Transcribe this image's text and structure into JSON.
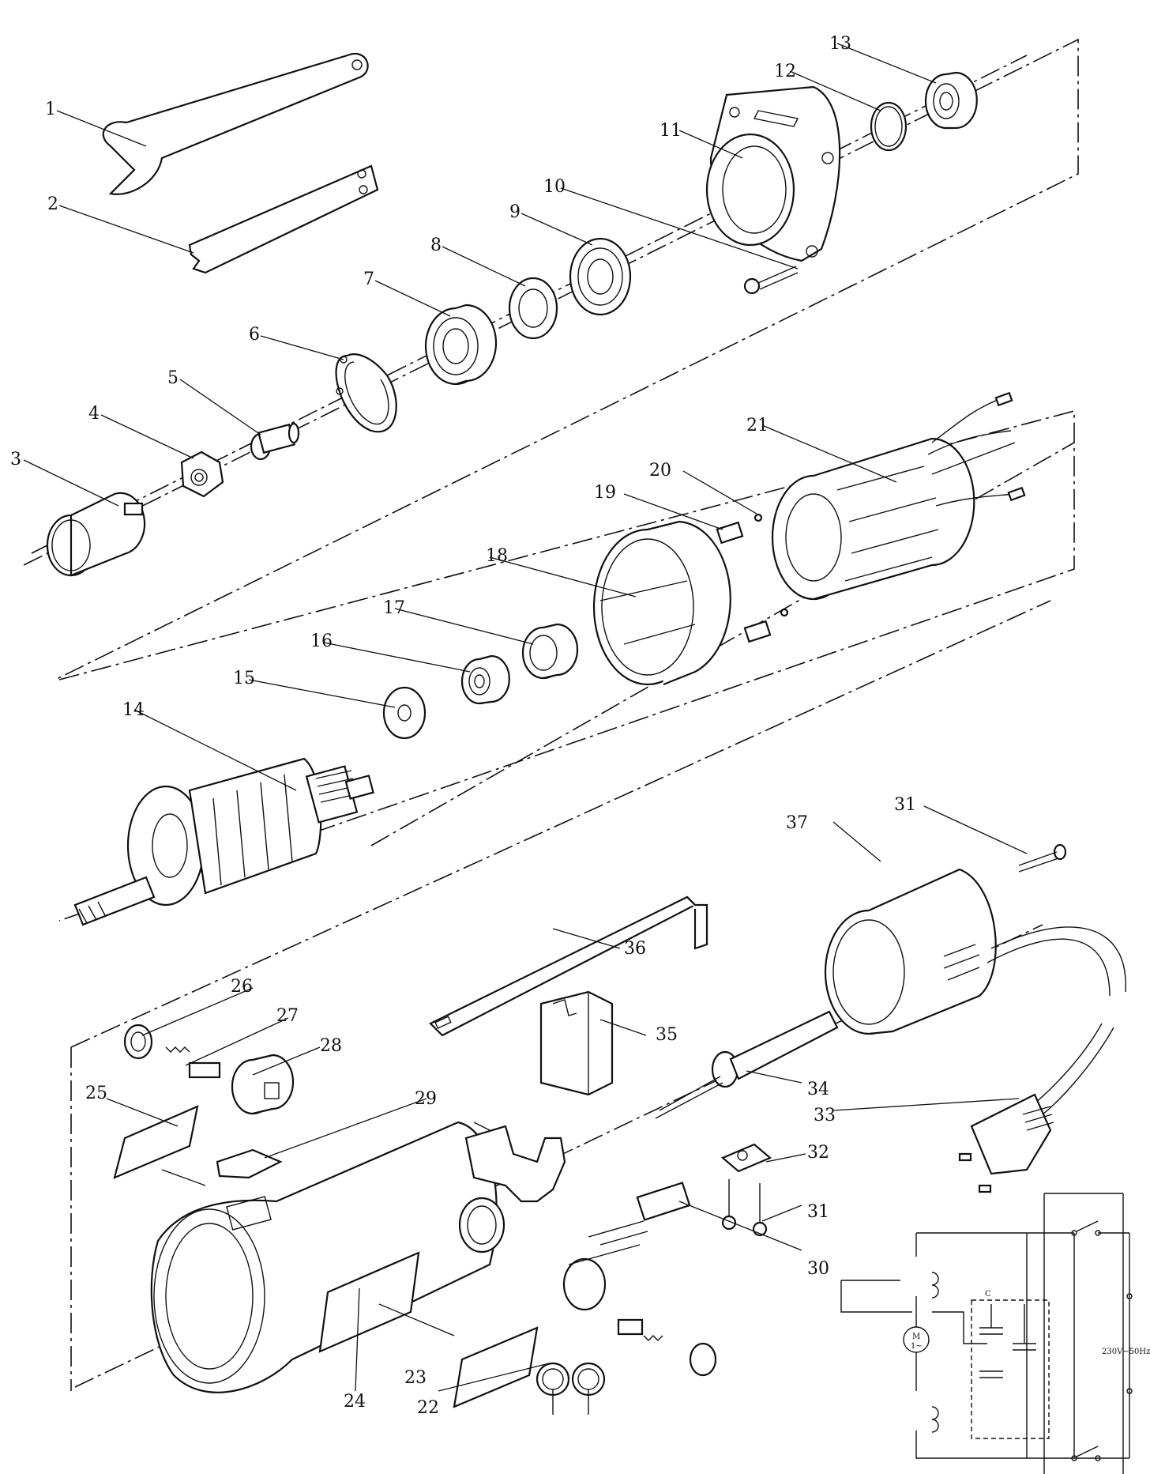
{
  "labels": {
    "n1": "1",
    "n2": "2",
    "n3": "3",
    "n4": "4",
    "n5": "5",
    "n6": "6",
    "n7": "7",
    "n8": "8",
    "n9": "9",
    "n10": "10",
    "n11": "11",
    "n12": "12",
    "n13": "13",
    "n14": "14",
    "n15": "15",
    "n16": "16",
    "n17": "17",
    "n18": "18",
    "n19": "19",
    "n20": "20",
    "n21": "21",
    "n22": "22",
    "n23": "23",
    "n24": "24",
    "n25": "25",
    "n26": "26",
    "n27": "27",
    "n28": "28",
    "n29": "29",
    "n30": "30",
    "n31": "31",
    "n31b": "31",
    "n32": "32",
    "n33": "33",
    "n34": "34",
    "n35": "35",
    "n36": "36",
    "n37": "37"
  },
  "schematic": {
    "capacitor_label": "C",
    "motor_label": "M",
    "motor_sub": "1~",
    "supply_label": "230V~50Hz"
  }
}
